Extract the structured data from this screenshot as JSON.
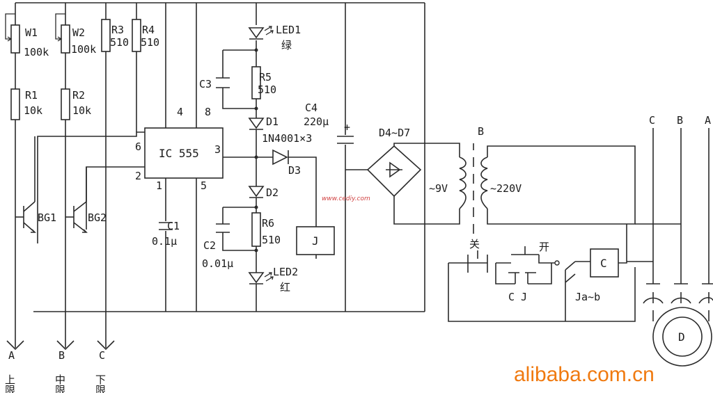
{
  "diagram": {
    "ic": {
      "label": "IC 555",
      "pins": {
        "p1": "1",
        "p2": "2",
        "p3": "3",
        "p4": "4",
        "p5": "5",
        "p6": "6",
        "p8": "8"
      }
    },
    "resistors": {
      "w1": {
        "name": "W1",
        "value": "100k"
      },
      "w2": {
        "name": "W2",
        "value": "100k"
      },
      "r1": {
        "name": "R1",
        "value": "10k"
      },
      "r2": {
        "name": "R2",
        "value": "10k"
      },
      "r3": {
        "name": "R3",
        "value": "510"
      },
      "r4": {
        "name": "R4",
        "value": "510"
      },
      "r5": {
        "name": "R5",
        "value": "510"
      },
      "r6": {
        "name": "R6",
        "value": "510"
      }
    },
    "capacitors": {
      "c1": {
        "name": "C1",
        "value": "0.1μ"
      },
      "c2": {
        "name": "C2",
        "value": "0.01μ"
      },
      "c3": {
        "name": "C3"
      },
      "c4": {
        "name": "C4",
        "value": "220μ"
      }
    },
    "transistors": {
      "bg1": "BG1",
      "bg2": "BG2"
    },
    "leds": {
      "led1": {
        "name": "LED1",
        "color": "绿"
      },
      "led2": {
        "name": "LED2",
        "color": "红"
      }
    },
    "diodes": {
      "d1": "D1",
      "d2": "D2",
      "d3": "D3",
      "d3_part": "1N4001×3",
      "bridge": "D4~D7"
    },
    "relay": {
      "coil": "J",
      "contact": "Ja~b"
    },
    "contactor": {
      "coil": "C",
      "contacts": "C J"
    },
    "switches": {
      "off": "关",
      "on": "开"
    },
    "transformer": {
      "name": "B",
      "secondary": "~9V",
      "primary": "~220V"
    },
    "phases": {
      "a": "A",
      "b": "B",
      "c": "C"
    },
    "motor": "D",
    "probes": [
      {
        "letter": "A",
        "label": "上限"
      },
      {
        "letter": "B",
        "label": "中限"
      },
      {
        "letter": "C",
        "label": "下限"
      }
    ],
    "watermark": "www.cediy.com",
    "brand": "alibaba.com.cn"
  }
}
